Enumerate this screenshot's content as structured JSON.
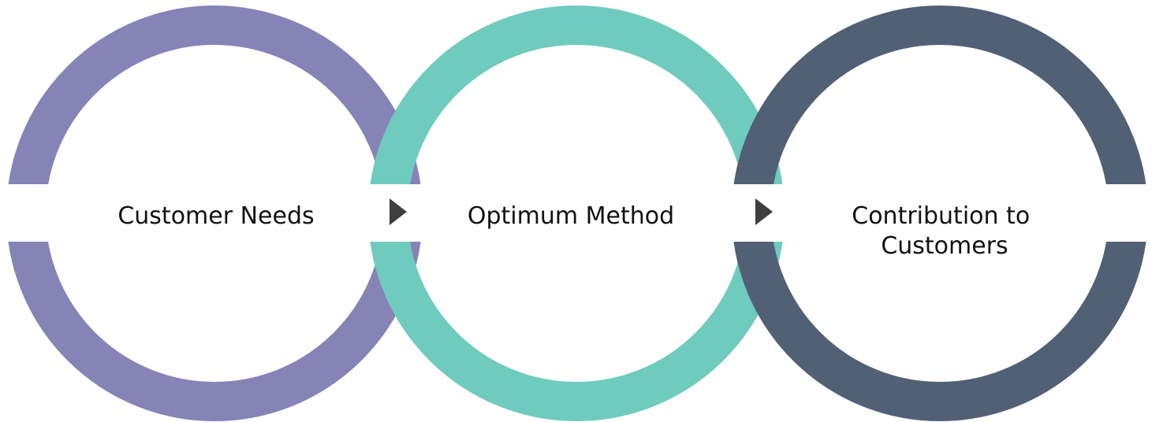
{
  "stages": [
    {
      "label_lines": [
        "Customer Needs"
      ],
      "color": "#8683b7",
      "ring_icon": "ring"
    },
    {
      "label_lines": [
        "Optimum Method"
      ],
      "color": "#6fcbbd",
      "ring_icon": "ring"
    },
    {
      "label_lines": [
        "Contribution to",
        "Customers"
      ],
      "color": "#526076",
      "ring_icon": "ring"
    }
  ],
  "connectors": [
    {
      "icon": "triangle-right-icon",
      "color": "#3f3f3f"
    },
    {
      "icon": "triangle-right-icon",
      "color": "#3f3f3f"
    }
  ]
}
